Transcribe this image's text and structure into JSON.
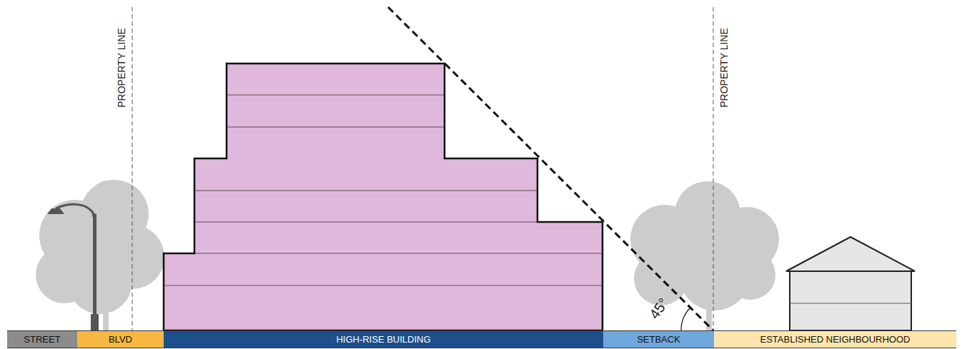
{
  "diagram": {
    "nodes": [
      {
        "text": [
          "STREET"
        ]
      },
      {
        "text": [
          "BLVD"
        ]
      },
      {
        "text": [
          "HIGH-RISE BUILDING"
        ]
      },
      {
        "text": [
          "SETBACK"
        ]
      },
      {
        "text": [
          "ESTABLISHED NEIGHBOURHOOD"
        ]
      }
    ],
    "labels": [
      "PROPERTY LINE",
      "PROPERTY LINE",
      "45°"
    ]
  }
}
